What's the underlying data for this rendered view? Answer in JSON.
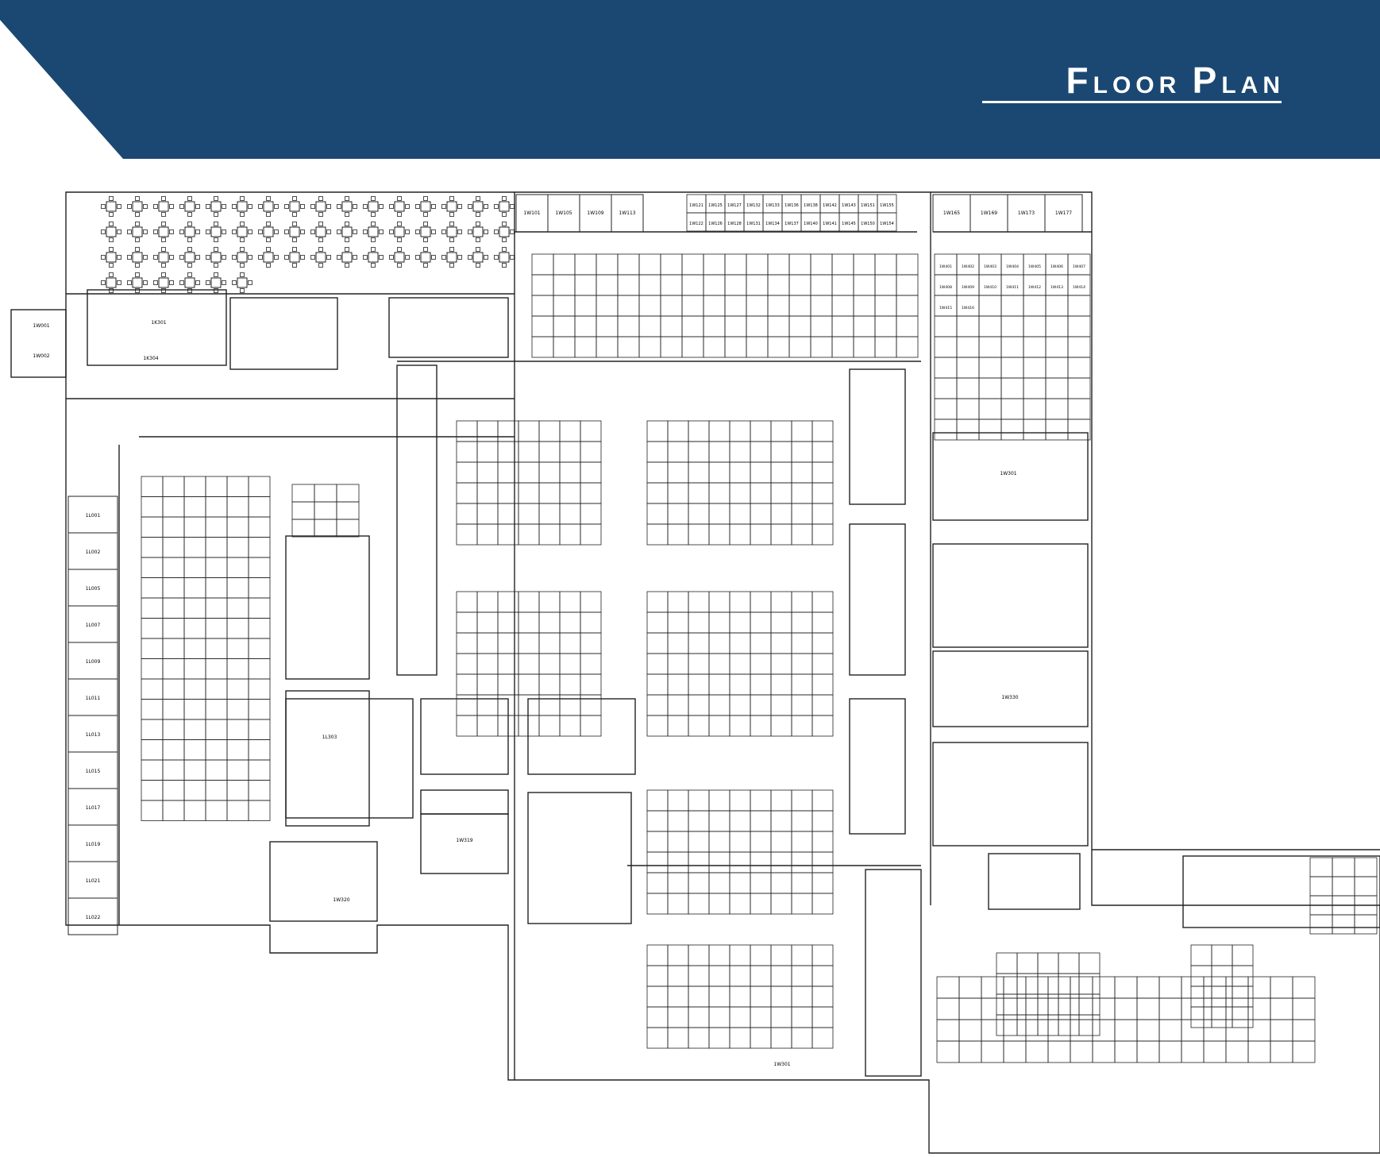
{
  "header": {
    "title_big_1": "F",
    "title_rest_1": "LOOR",
    "title_big_2": "P",
    "title_rest_2": "LAN",
    "band_color": "#1b4872",
    "text_color": "#ffffff"
  },
  "plan": {
    "line_color": "#222222",
    "top_offices": [
      "1W101",
      "1W105",
      "1W109",
      "1W113",
      "1W165",
      "1W169",
      "1W173",
      "1W177"
    ],
    "top_cubes_row1": [
      "1W121",
      "1W125",
      "1W127",
      "1W132",
      "1W133",
      "1W136",
      "1W138",
      "1W142",
      "1W143",
      "1W151",
      "1W155"
    ],
    "top_cubes_row2": [
      "1W122",
      "1W126",
      "1W128",
      "1W131",
      "1W134",
      "1W137",
      "1W140",
      "1W141",
      "1W145",
      "1W150",
      "1W154"
    ],
    "left_offices": [
      "1L001",
      "1L002",
      "1L005",
      "1L007",
      "1L009",
      "1L011",
      "1L013",
      "1L015",
      "1L017",
      "1L019",
      "1L021",
      "1L022"
    ],
    "rooms": {
      "kitchen_a": "1K301",
      "kitchen_b": "1K304",
      "storage_a": "1W001",
      "storage_b": "1W002",
      "conf_center": "1W319",
      "hall_1": "1L303",
      "lobby": "1W320",
      "conf_bottom": "1W301",
      "open_right": "1W301",
      "right_large": "1W330"
    },
    "cube_grid_sample": [
      "1W401",
      "1W402",
      "1W403",
      "1W404",
      "1W405",
      "1W406",
      "1W407",
      "1W408",
      "1W409",
      "1W410",
      "1W411",
      "1W412",
      "1W413",
      "1W414",
      "1W415",
      "1W416"
    ]
  }
}
